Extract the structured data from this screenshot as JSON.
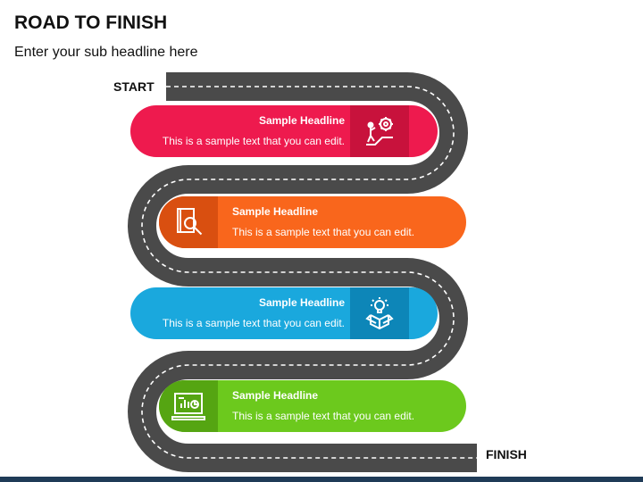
{
  "title": "ROAD TO FINISH",
  "subtitle": "Enter your sub headline here",
  "road": {
    "start_label": "START",
    "finish_label": "FINISH"
  },
  "steps": [
    {
      "headline": "Sample Headline",
      "text": "This is a sample text that you can edit.",
      "color": "#ee1a4e",
      "icon_color": "#c8123c",
      "icon": "climber-gear-icon"
    },
    {
      "headline": "Sample Headline",
      "text": "This is a sample text that you can edit.",
      "color": "#f9661c",
      "icon_color": "#d94f10",
      "icon": "book-magnifier-icon"
    },
    {
      "headline": "Sample Headline",
      "text": "This is a sample text that you can edit.",
      "color": "#1aa8dd",
      "icon_color": "#0d86b8",
      "icon": "lightbulb-box-icon"
    },
    {
      "headline": "Sample Headline",
      "text": "This is a sample text that you can edit.",
      "color": "#6cc91d",
      "icon_color": "#55a512",
      "icon": "monitor-chart-icon"
    }
  ]
}
